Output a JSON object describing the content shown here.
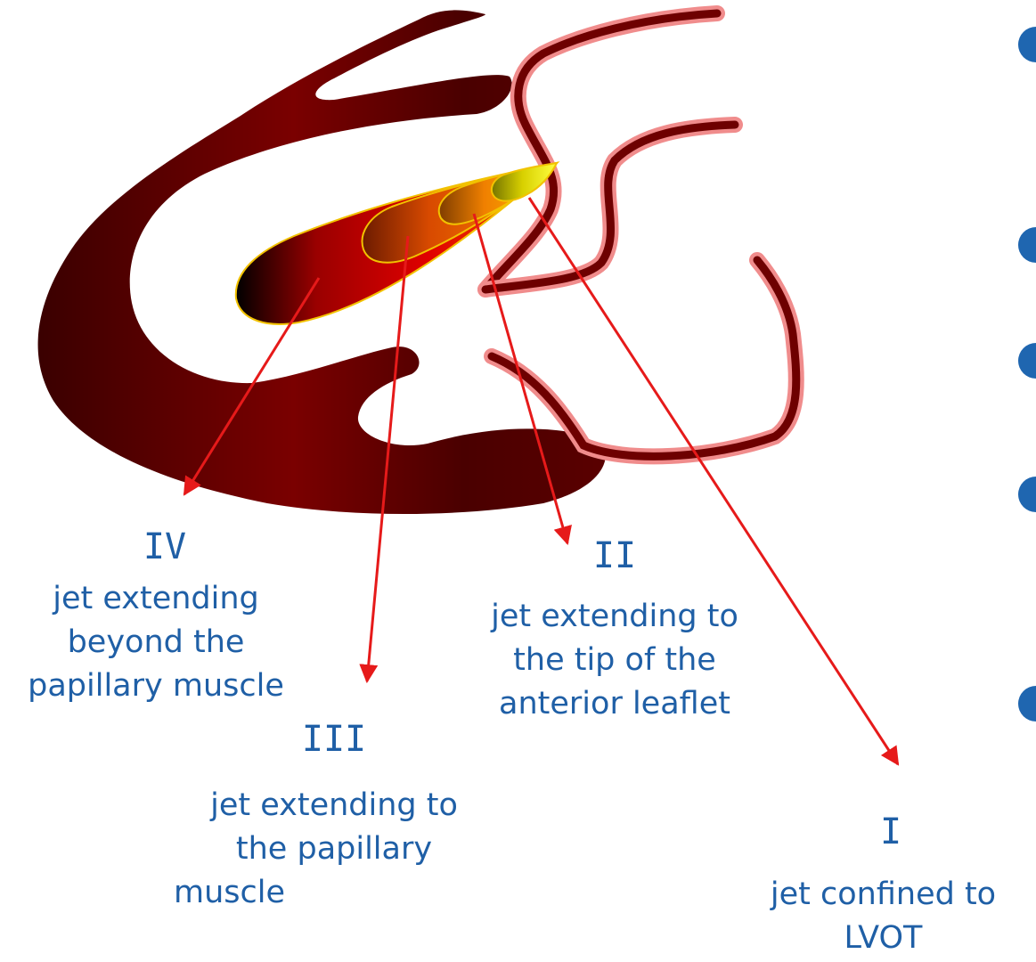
{
  "colors": {
    "text": "#1F5FA6",
    "arrow": "#E61A1A",
    "muscle_dark": "#3A0000",
    "muscle_mid": "#7A0000",
    "valve_fill": "#6E0000",
    "valve_outline": "#F08C8C",
    "jet_outline": "#F2C200",
    "bullet": "#1F66B0"
  },
  "grades": [
    {
      "numeral": "IV",
      "lines": [
        "jet extending",
        "beyond the",
        "papillary muscle"
      ]
    },
    {
      "numeral": "III",
      "lines": [
        "jet extending to",
        "the papillary",
        "muscle"
      ]
    },
    {
      "numeral": "II",
      "lines": [
        "jet extending to",
        "the tip of the",
        "anterior leaflet"
      ]
    },
    {
      "numeral": "I",
      "lines": [
        "jet confined to",
        "LVOT"
      ]
    }
  ]
}
